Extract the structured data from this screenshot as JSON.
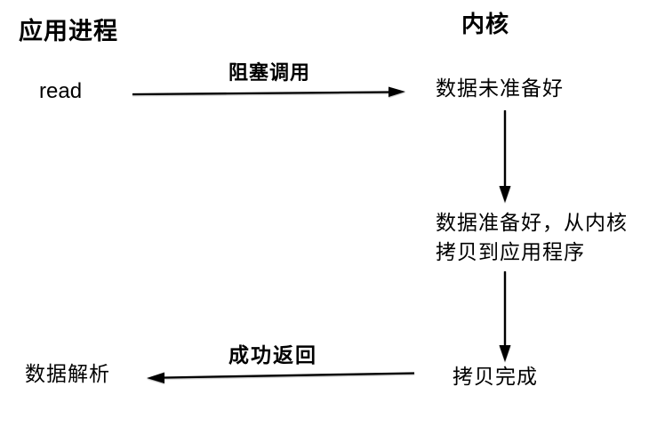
{
  "diagram": {
    "title_semantic": "blocking-io-model",
    "columns": {
      "app_process_title": "应用进程",
      "kernel_title": "内核"
    },
    "nodes": {
      "read_call": "read",
      "data_not_ready": "数据未准备好",
      "data_ready_line1": "数据准备好，从内核",
      "data_ready_line2": "拷贝到应用程序",
      "copy_done": "拷贝完成",
      "data_parse": "数据解析"
    },
    "arrows": {
      "blocking_call_label": "阻塞调用",
      "success_return_label": "成功返回"
    },
    "colors": {
      "background": "#ffffff",
      "text": "#000000",
      "arrow": "#000000"
    }
  }
}
